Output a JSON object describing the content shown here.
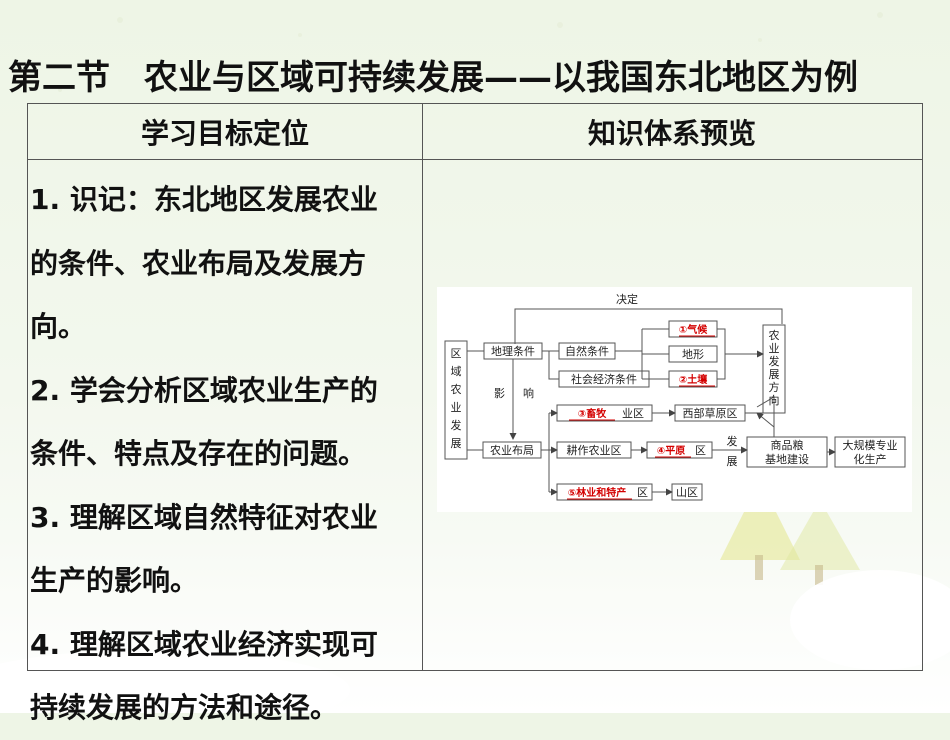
{
  "title": "第二节　农业与区域可持续发展——以我国东北地区为例",
  "table": {
    "left_header": "学习目标定位",
    "right_header": "知识体系预览",
    "goals_text": "1. 识记：东北地区发展农业的条件、农业布局及发展方向。2. 学会分析区域农业生产的条件、特点及存在的问题。3. 理解区域自然特征对农业生产的影响。4. 理解区域农业经济实现可持续发展的方法和途径。",
    "goal_lines": [
      "1. 识记：东北地区发展农业",
      "的条件、农业布局及发展方",
      "向。",
      "2. 学会分析区域农业生产的",
      "条件、特点及存在的问题。",
      "3. 理解区域自然特征对农业",
      "生产的影响。",
      "4. 理解区域农业经济实现可",
      "持续发展的方法和途径。"
    ]
  },
  "diagram": {
    "left_box": [
      "区",
      "域",
      "农",
      "业",
      "发",
      "展"
    ],
    "decide": "决定",
    "geo_conditions": "地理条件",
    "natural_conditions": "自然条件",
    "socio_conditions": "社会经济条件",
    "influence": [
      "影",
      "响"
    ],
    "climate": "①气候",
    "terrain": "地形",
    "soil": "②土壤",
    "direction_box": [
      "农",
      "业",
      "发",
      "展",
      "方",
      "向"
    ],
    "layout": "农业布局",
    "livestock": "③畜牧",
    "livestock_suffix": "业区",
    "west_grassland": "西部草原区",
    "farming_area": "耕作农业区",
    "plain": "④平原",
    "plain_suffix": "区",
    "development": [
      "发",
      "展"
    ],
    "grain_base": [
      "商品粮",
      "基地建设"
    ],
    "large_scale": [
      "大规模专业",
      "化生产"
    ],
    "forestry": "⑤林业和特产",
    "forestry_suffix": "区",
    "mountain": "山区"
  },
  "colors": {
    "answer_red": "#d40000",
    "line": "#555555"
  }
}
